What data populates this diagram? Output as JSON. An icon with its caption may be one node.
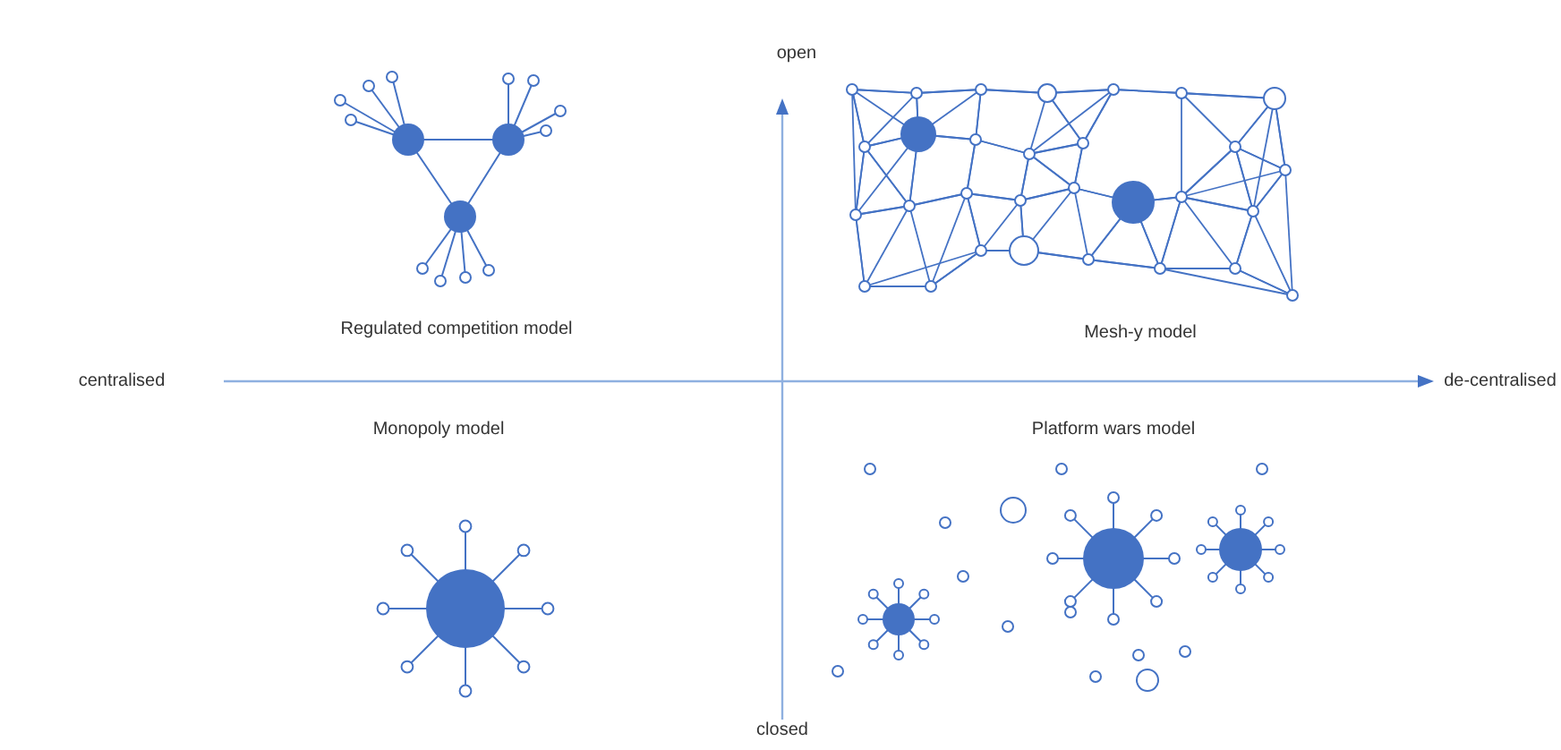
{
  "diagram": {
    "labels": [
      "open",
      "Regulated competition model",
      "Mesh-y model",
      "centralised",
      "de-centralised",
      "Monopoly model",
      "Platform wars model",
      "closed"
    ]
  }
}
